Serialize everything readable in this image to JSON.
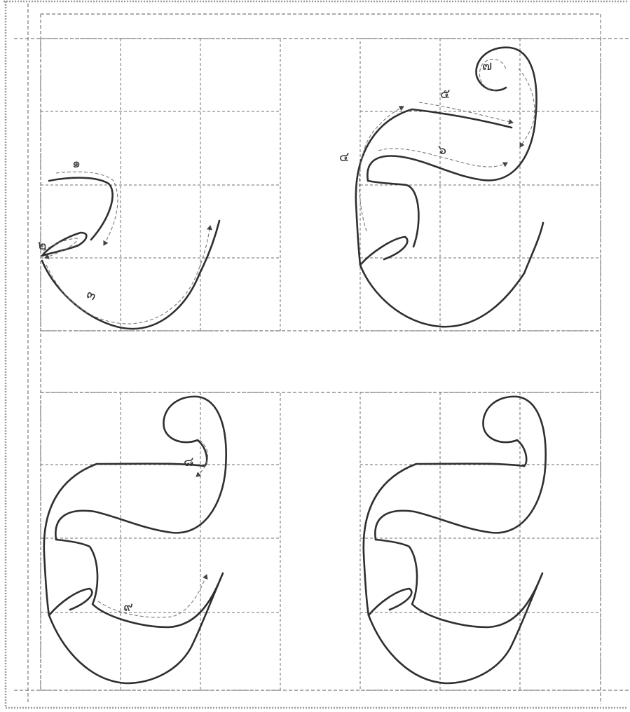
{
  "worksheet": {
    "panels": [
      {
        "id": "step-1",
        "stroke_numbers": [
          "๑",
          "๒",
          "๓"
        ]
      },
      {
        "id": "step-2",
        "stroke_numbers": [
          "๔",
          "๕",
          "๖",
          "๗"
        ]
      },
      {
        "id": "step-3",
        "stroke_numbers": [
          "๘",
          "๙"
        ]
      },
      {
        "id": "step-4",
        "stroke_numbers": []
      }
    ]
  },
  "colors": {
    "ink": "#2f2f2f",
    "grid": "#6f6f6f",
    "guide": "#7a7a7a",
    "paper": "#ffffff"
  },
  "icons": {
    "arrowhead": "arrowhead-icon"
  }
}
